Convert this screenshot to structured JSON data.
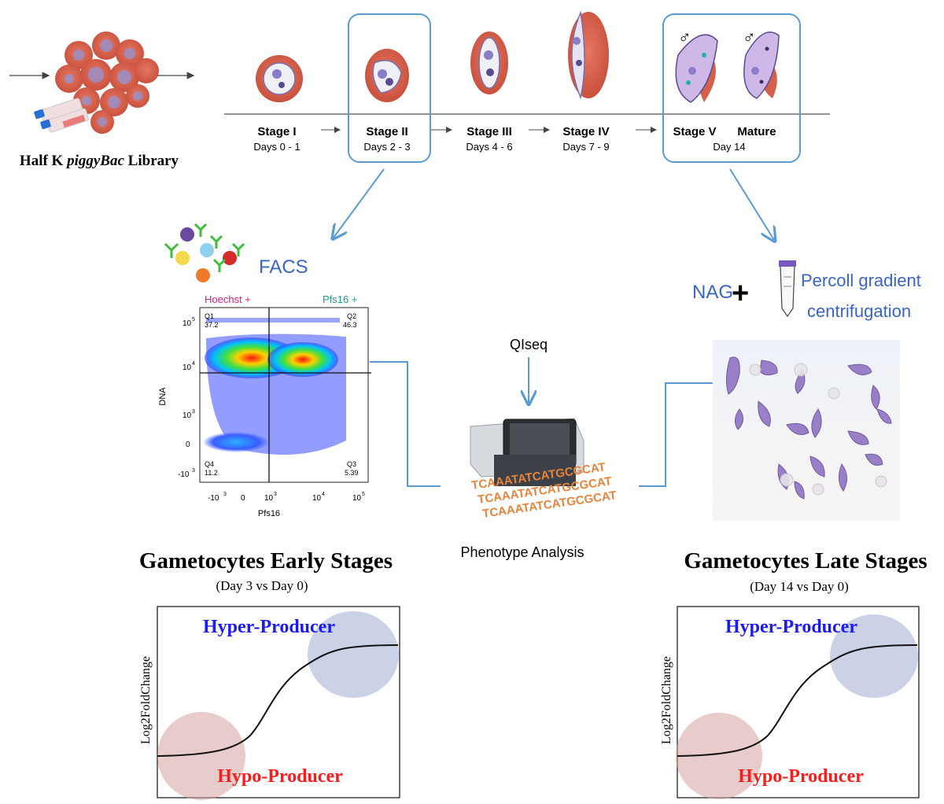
{
  "library": {
    "prefix": "Half K ",
    "emph": "piggyBac",
    "suffix": " Library"
  },
  "stages": [
    {
      "name": "Stage I",
      "days": "Days 0 - 1"
    },
    {
      "name": "Stage II",
      "days": "Days 2 - 3"
    },
    {
      "name": "Stage III",
      "days": "Days 4 - 6"
    },
    {
      "name": "Stage IV",
      "days": "Days 7 - 9"
    },
    {
      "name": "Stage V",
      "days": "Day 14"
    },
    {
      "name": "Mature",
      "days": ""
    }
  ],
  "male_symbol": "♂",
  "facs": {
    "title": "FACS",
    "hoechst_label": "Hoechst +",
    "pfs16_label": "Pfs16 +",
    "xlabel": "Pfs16",
    "ylabel": "DNA",
    "quadrants": [
      {
        "name": "Q1",
        "value": "37.2"
      },
      {
        "name": "Q2",
        "value": "46.3"
      },
      {
        "name": "Q3",
        "value": "5.39"
      },
      {
        "name": "Q4",
        "value": "11.2"
      }
    ],
    "y_ticks": [
      "10",
      "10",
      "10",
      "0",
      "-10"
    ],
    "y_tick_exp": [
      "5",
      "4",
      "3",
      "",
      "3"
    ],
    "x_ticks": [
      "-10",
      "0",
      "10",
      "10",
      "10"
    ],
    "x_tick_exp": [
      "3",
      "",
      "3",
      "4",
      "5"
    ]
  },
  "qiseq": {
    "label": "QIseq",
    "sequence": "TCAAATATCATGCGCAT"
  },
  "phenotype_label": "Phenotype Analysis",
  "enrichment": {
    "nag": "NAG",
    "plus": "+",
    "line1": "Percoll gradient",
    "line2": "centrifugation"
  },
  "colors": {
    "accent_blue": "#5B9BD5",
    "hyper": "#1a1aff",
    "hypo": "#ff1a1a",
    "rbc": "#E0654F",
    "seq": "#E8833A"
  },
  "panels": [
    {
      "title": "Gametocytes Early Stages",
      "subtitle": "(Day 3 vs Day 0)",
      "ylabel": "Log2FoldChange",
      "hyper": "Hyper-Producer",
      "hypo": "Hypo-Producer"
    },
    {
      "title": "Gametocytes Late Stages",
      "subtitle": "(Day 14 vs Day 0)",
      "ylabel": "Log2FoldChange",
      "hyper": "Hyper-Producer",
      "hypo": "Hypo-Producer"
    }
  ]
}
